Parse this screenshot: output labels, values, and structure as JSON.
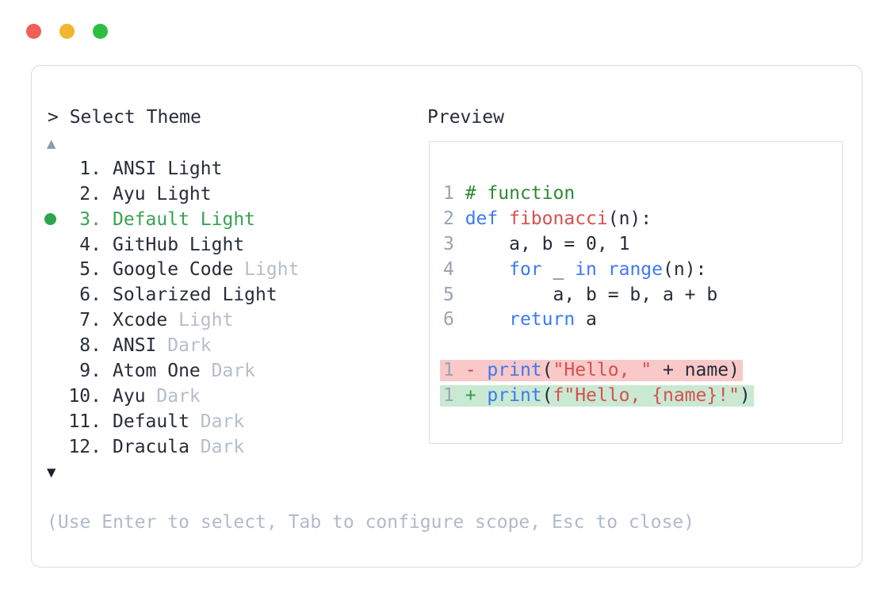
{
  "window": {
    "controls": [
      {
        "name": "close",
        "color": "#f15f57"
      },
      {
        "name": "minimize",
        "color": "#f2b52e"
      },
      {
        "name": "zoom",
        "color": "#2dbe41"
      }
    ]
  },
  "picker": {
    "prompt": "> Select Theme",
    "scroll_up": "▲",
    "scroll_down": "▼",
    "items": [
      {
        "number": "1.",
        "name": "ANSI Light",
        "suffix": "",
        "selected": false
      },
      {
        "number": "2.",
        "name": "Ayu Light",
        "suffix": "",
        "selected": false
      },
      {
        "number": "3.",
        "name": "Default Light",
        "suffix": "",
        "selected": true
      },
      {
        "number": "4.",
        "name": "GitHub Light",
        "suffix": "",
        "selected": false
      },
      {
        "number": "5.",
        "name": "Google Code",
        "suffix": "Light",
        "selected": false
      },
      {
        "number": "6.",
        "name": "Solarized Light",
        "suffix": "",
        "selected": false
      },
      {
        "number": "7.",
        "name": "Xcode",
        "suffix": "Light",
        "selected": false
      },
      {
        "number": "8.",
        "name": "ANSI",
        "suffix": "Dark",
        "selected": false
      },
      {
        "number": "9.",
        "name": "Atom One",
        "suffix": "Dark",
        "selected": false
      },
      {
        "number": "10.",
        "name": "Ayu",
        "suffix": "Dark",
        "selected": false
      },
      {
        "number": "11.",
        "name": "Default",
        "suffix": "Dark",
        "selected": false
      },
      {
        "number": "12.",
        "name": "Dracula",
        "suffix": "Dark",
        "selected": false
      }
    ],
    "hint": "(Use Enter to select, Tab to configure scope, Esc to close)"
  },
  "preview": {
    "title": "Preview",
    "code_lines": [
      {
        "num": "1",
        "tokens": [
          {
            "t": "# function",
            "c": "com"
          }
        ]
      },
      {
        "num": "2",
        "tokens": [
          {
            "t": "def",
            "c": "kw"
          },
          {
            "t": " ",
            "c": "pl"
          },
          {
            "t": "fibonacci",
            "c": "fn"
          },
          {
            "t": "(n):",
            "c": "pl"
          }
        ]
      },
      {
        "num": "3",
        "tokens": [
          {
            "t": "    a, b = 0, 1",
            "c": "pl"
          }
        ]
      },
      {
        "num": "4",
        "tokens": [
          {
            "t": "    ",
            "c": "pl"
          },
          {
            "t": "for",
            "c": "kw"
          },
          {
            "t": " _ ",
            "c": "pl"
          },
          {
            "t": "in",
            "c": "kw"
          },
          {
            "t": " ",
            "c": "pl"
          },
          {
            "t": "range",
            "c": "kw"
          },
          {
            "t": "(n):",
            "c": "pl"
          }
        ]
      },
      {
        "num": "5",
        "tokens": [
          {
            "t": "        a, b = b, a + b",
            "c": "pl"
          }
        ]
      },
      {
        "num": "6",
        "tokens": [
          {
            "t": "    ",
            "c": "pl"
          },
          {
            "t": "return",
            "c": "kw"
          },
          {
            "t": " a",
            "c": "pl"
          }
        ]
      }
    ],
    "diff_lines": [
      {
        "num": "1",
        "sign": "-",
        "kind": "removed",
        "tokens": [
          {
            "t": "print",
            "c": "kw"
          },
          {
            "t": "(",
            "c": "pl"
          },
          {
            "t": "\"Hello, \"",
            "c": "str"
          },
          {
            "t": " + name)",
            "c": "pl"
          }
        ]
      },
      {
        "num": "1",
        "sign": "+",
        "kind": "added",
        "tokens": [
          {
            "t": "print",
            "c": "kw"
          },
          {
            "t": "(",
            "c": "pl"
          },
          {
            "t": "f\"Hello, {name}!\"",
            "c": "str"
          },
          {
            "t": ")",
            "c": "pl"
          }
        ]
      }
    ]
  },
  "colors": {
    "text": "#272c38",
    "muted": "#b6bdca",
    "hint": "#b2bac8",
    "selected_green": "#36a352",
    "dot_green": "#2ea44f",
    "keyword_blue": "#3d7af0",
    "func_string_red": "#d7504d",
    "comment_green": "#2e8b33",
    "line_number": "#9aa3b1",
    "removed_bg": "#f8c9c8",
    "added_bg": "#c9e9d3",
    "panel_border": "#d6dae3",
    "preview_border": "#d9dde4",
    "traffic_red": "#f15f57",
    "traffic_yellow": "#f2b52e",
    "traffic_green": "#2dbe41",
    "scroll_up_gray": "#8e99ab",
    "scroll_down_dark": "#1c202b"
  }
}
